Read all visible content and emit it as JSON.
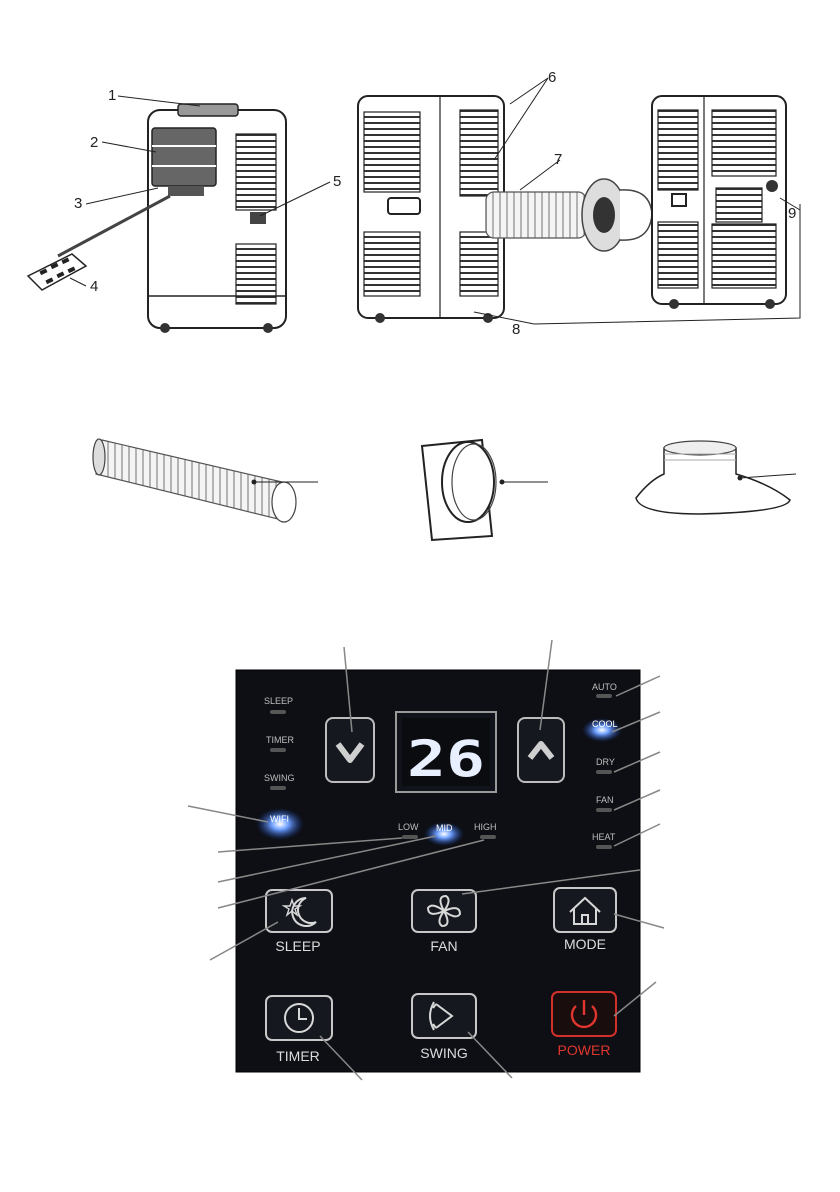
{
  "callouts": [
    "1",
    "2",
    "3",
    "4",
    "5",
    "6",
    "7",
    "8",
    "9"
  ],
  "panel": {
    "display_value": "26",
    "led_labels": {
      "sleep": "SLEEP",
      "timer": "TIMER",
      "swing": "SWING",
      "wifi": "WIFI",
      "low": "LOW",
      "mid": "MID",
      "high": "HIGH",
      "auto": "AUTO",
      "cool": "COOL",
      "dry": "DRY",
      "fan": "FAN",
      "heat": "HEAT"
    },
    "lit_leds": [
      "wifi",
      "mid",
      "cool"
    ],
    "buttons": {
      "sleep": "SLEEP",
      "fan": "FAN",
      "mode": "MODE",
      "timer": "TIMER",
      "swing": "SWING",
      "power": "POWER"
    },
    "colors": {
      "panel_bg": "#0d0f14",
      "led_on": "#3a7bff",
      "power": "#d2302a"
    }
  },
  "icons": [
    "chevron-down-icon",
    "chevron-up-icon",
    "moon-star-icon",
    "fan-icon",
    "home-icon",
    "clock-icon",
    "swing-icon",
    "power-icon"
  ]
}
